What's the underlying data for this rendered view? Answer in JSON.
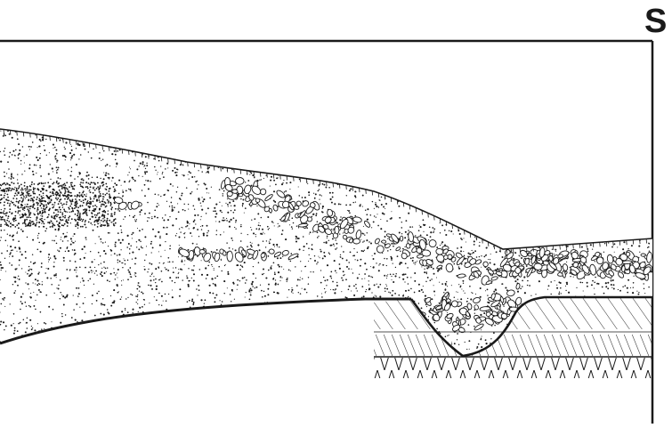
{
  "orientation_label": "S",
  "colors": {
    "ink": "#1a1a1a",
    "paper": "#ffffff"
  },
  "layers": [
    {
      "id": "fine-sand-deposit",
      "pattern": "stipple"
    },
    {
      "id": "gravel-lens-upper",
      "pattern": "gravel"
    },
    {
      "id": "gravel-lens-middle",
      "pattern": "gravel"
    },
    {
      "id": "gravel-channel-fill",
      "pattern": "gravel"
    },
    {
      "id": "bedrock-upper",
      "pattern": "diagonal-hatch"
    },
    {
      "id": "bedrock-middle",
      "pattern": "vertical-hatch"
    },
    {
      "id": "bedrock-lower",
      "pattern": "herringbone-hatch"
    }
  ]
}
